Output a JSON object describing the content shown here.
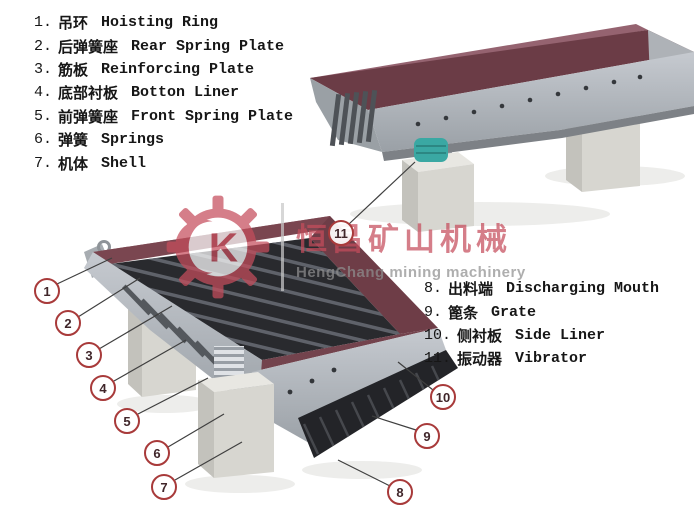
{
  "parts_left": [
    {
      "num": "1.",
      "cn": "吊环",
      "en": "Hoisting Ring"
    },
    {
      "num": "2.",
      "cn": "后弹簧座",
      "en": "Rear Spring Plate"
    },
    {
      "num": "3.",
      "cn": "筋板",
      "en": "Reinforcing Plate"
    },
    {
      "num": "4.",
      "cn": "底部衬板",
      "en": "Botton Liner"
    },
    {
      "num": "5.",
      "cn": "前弹簧座",
      "en": "Front Spring Plate"
    },
    {
      "num": "6.",
      "cn": "弹簧",
      "en": "Springs"
    },
    {
      "num": "7.",
      "cn": "机体",
      "en": "Shell"
    }
  ],
  "parts_right": [
    {
      "num": "8.",
      "cn": "出料端",
      "en": "Discharging Mouth"
    },
    {
      "num": "9.",
      "cn": "篦条",
      "en": "Grate"
    },
    {
      "num": "10.",
      "cn": "侧衬板",
      "en": "Side Liner"
    },
    {
      "num": "11.",
      "cn": "振动器",
      "en": "Vibrator"
    }
  ],
  "callouts": [
    "1",
    "2",
    "3",
    "4",
    "5",
    "6",
    "7",
    "8",
    "9",
    "10",
    "11"
  ],
  "watermark": {
    "logo_letter": "K",
    "cn": "恒昌矿山机械",
    "en": "HengChang mining machinery"
  },
  "colors": {
    "text-color": "#161616",
    "accent-red": "#c64d5c",
    "callout-red": "#a83a3a",
    "watermark-gray": "#8f8f8f",
    "machine-maroon": "#6e3d47",
    "machine-gray": "#aeb2b7",
    "concrete": "#d7d6d0",
    "vibrator-teal": "#3aa8a3"
  }
}
